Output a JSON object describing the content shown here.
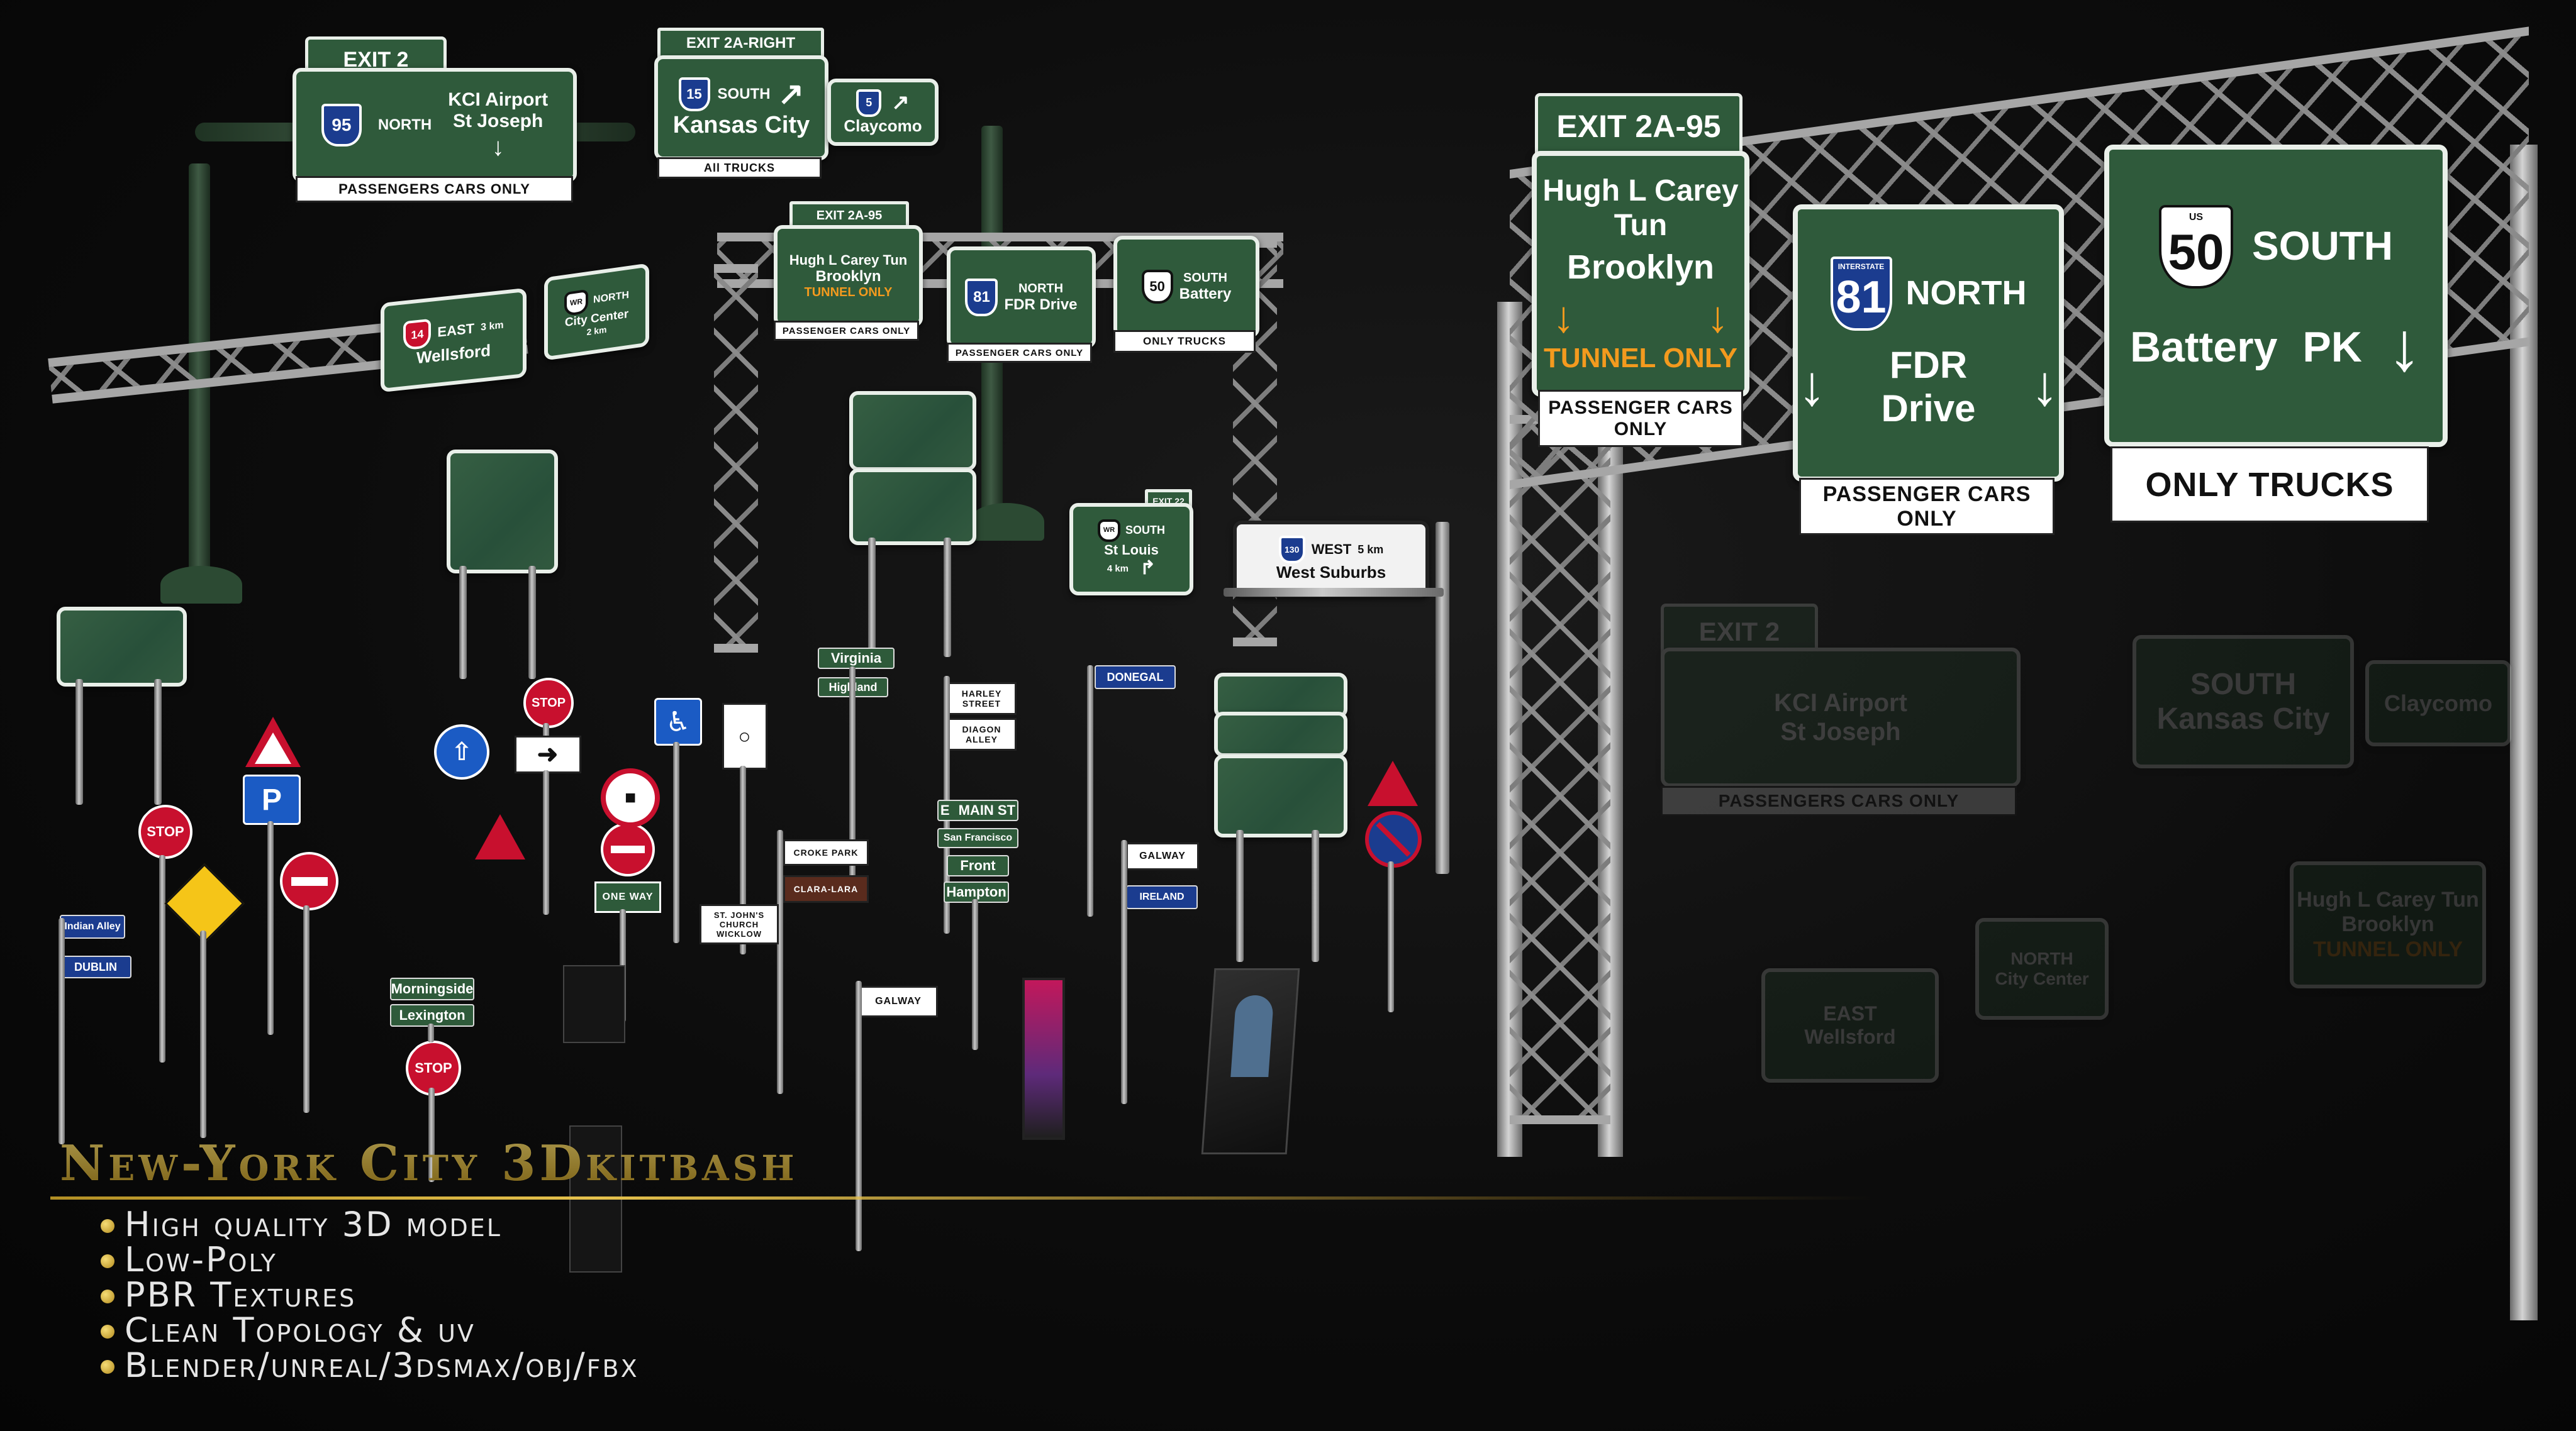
{
  "title": "New-York City 3Dkitbash",
  "features": [
    "High quality 3D model",
    "Low-Poly",
    "PBR Textures",
    "Clean Topology & uv",
    "Blender/unreal/3dsmax/obj/fbx"
  ],
  "signs": {
    "exit2_tab": "EXIT 2",
    "kci_route": "95",
    "kci_dir": "NORTH",
    "kci_line1": "KCI Airport",
    "kci_line2": "St Joseph",
    "passengers_cars_only": "PASSENGERS CARS ONLY",
    "exit2a_right_tab": "EXIT 2A-RIGHT",
    "kc_route": "15",
    "kc_dir": "SOUTH",
    "kc_city": "Kansas City",
    "all_trucks": "All TRUCKS",
    "clay_route": "5",
    "clay_city": "Claycomo",
    "exit2a95_small": "EXIT 2A-95",
    "hugh_line1": "Hugh L Carey Tun",
    "hugh_line2": "Brooklyn",
    "tunnel_only": "TUNNEL ONLY",
    "passenger_cars_only": "PASSENGER CARS ONLY",
    "fdr_route": "81",
    "fdr_dir": "NORTH",
    "fdr_name": "FDR Drive",
    "battery_route": "50",
    "battery_dir": "SOUTH",
    "battery_name": "Battery",
    "battery_pk": "PK",
    "only_trucks": "ONLY TRUCKS",
    "interstate_label": "INTERSTATE",
    "us_label": "US",
    "wellsford_route": "14",
    "wellsford_dir": "EAST",
    "wellsford_dist": "3 km",
    "wellsford_name": "Wellsford",
    "city_center_route": "WR",
    "city_center_dir": "NORTH",
    "city_center_name": "City Center",
    "city_center_dist": "2 km",
    "exit22_tab": "EXIT 22",
    "stlouis_route": "WR",
    "stlouis_dir": "SOUTH",
    "stlouis_name": "St Louis",
    "stlouis_dist": "4 km",
    "west_route": "130",
    "west_dir": "WEST",
    "west_dist": "5 km",
    "west_name": "West Suburbs",
    "stop": "STOP",
    "one_way": "ONE WAY",
    "parking_p": "P",
    "disabled": "♿",
    "virginia": "Virginia",
    "highland": "Highland",
    "harley": "HARLEY STREET",
    "diagon": "DIAGON ALLEY",
    "main_st": "MAIN ST",
    "san_francisco": "San Francisco",
    "front": "Front",
    "hampton": "Hampton",
    "donegal": "DONEGAL",
    "galway": "GALWAY",
    "ireland": "IRELAND",
    "croke_park": "CROKE PARK",
    "clara_lara": "CLARA-LARA",
    "st_johns": "ST. JOHN'S CHURCH",
    "wicklow": "WICKLOW",
    "indian_alley": "Indian Alley",
    "dublin": "DUBLIN",
    "morningside": "Morningside",
    "lexington": "Lexington",
    "e_prefix": "E"
  },
  "colors": {
    "sign_green": "#2f5a3b",
    "sign_border": "#e9efe9",
    "accent_gold": "#d6b43a",
    "tunnel_orange": "#f39a1e",
    "interstate_blue": "#1b3c8f",
    "stop_red": "#c8102e",
    "background": "#0c0c0c"
  },
  "icons": [
    "arrow-down-icon",
    "arrow-up-right-icon",
    "arrow-turn-right-icon",
    "interstate-shield-icon",
    "us-route-shield-icon",
    "stop-sign-icon",
    "no-entry-icon",
    "warning-triangle-icon",
    "parking-icon",
    "wheelchair-icon",
    "one-way-arrow-icon"
  ]
}
